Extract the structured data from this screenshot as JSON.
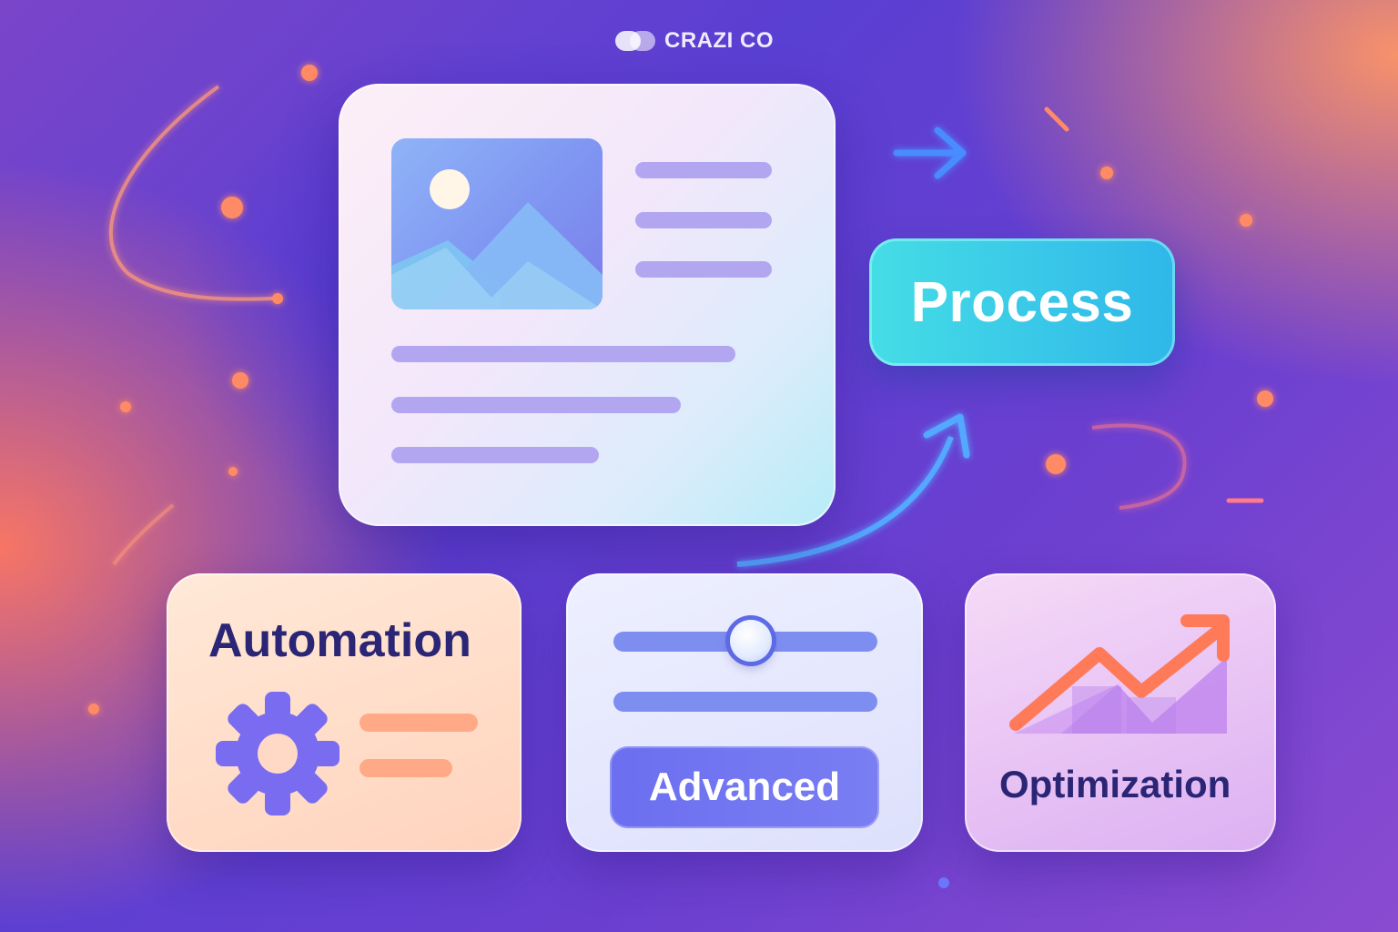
{
  "brand": {
    "name": "CRAZI CO",
    "icon": "brand-logo-icon"
  },
  "main_card": {
    "icons": [
      "image-icon",
      "sun-icon",
      "mountains-icon"
    ]
  },
  "process_button": {
    "label": "Process"
  },
  "cards": {
    "automation": {
      "title": "Automation",
      "icon": "gear-icon"
    },
    "advanced": {
      "button_label": "Advanced",
      "slider_value": 0.52
    },
    "optimization": {
      "title": "Optimization",
      "icon": "growth-chart-icon"
    }
  },
  "colors": {
    "accent_cyan": "#45dde6",
    "accent_blue": "#6b6ff0",
    "accent_orange": "#ff7a59",
    "heading_navy": "#2b2575",
    "placeholder_line": "#b3a6f1"
  }
}
